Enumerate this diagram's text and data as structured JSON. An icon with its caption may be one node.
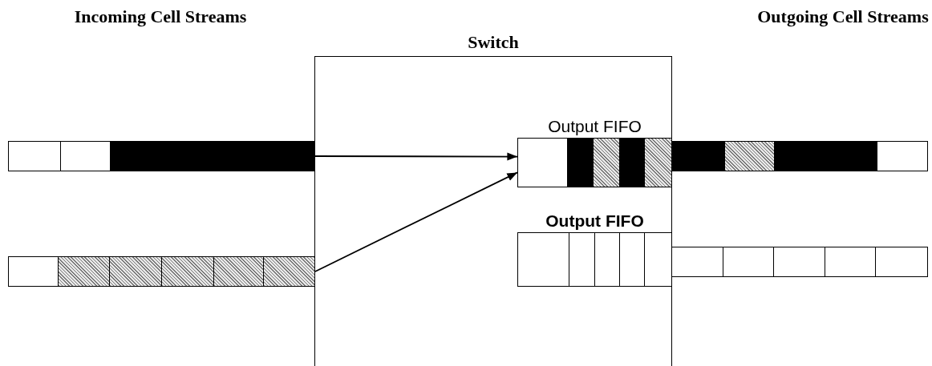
{
  "diagram": {
    "nodes": [
      {
        "text": [
          "Switch"
        ]
      },
      {
        "text": [],
        "shape": "bar"
      },
      {
        "text": [
          "Output FIFO"
        ],
        "in": 0
      },
      {
        "text": [],
        "shape": "bar"
      },
      {
        "text": [],
        "shape": "bar"
      },
      {
        "text": [
          "Output FIFO"
        ],
        "in": 0
      },
      {
        "text": [],
        "shape": "bar"
      }
    ],
    "edges": [
      {
        "from": 1,
        "to": 2,
        "arrow": "to"
      },
      {
        "from": 4,
        "to": 2,
        "arrow": "to"
      }
    ],
    "labels": [
      "Incoming Cell Streams",
      "Outgoing Cell Streams"
    ]
  }
}
